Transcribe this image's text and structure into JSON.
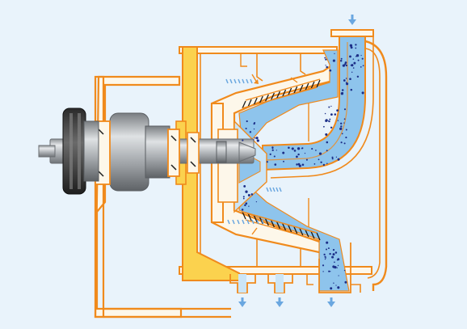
{
  "diagram": {
    "kind": "centrifuge-cross-section",
    "colors": {
      "background": "#e9f3fb",
      "housing_outline": "#f08a1c",
      "housing_fill": "#fdf7ea",
      "wall_yellow": "#fbd24e",
      "slurry_blue": "#8ec4ec",
      "slurry_light": "#cbe5f7",
      "slurry_particles": "#1c2f88",
      "shaft_gray": "#b8bcc0",
      "pulley_dark": "#3c3c3c",
      "arrow_blue": "#6aa7e0"
    },
    "flow_arrows": {
      "feed_inlet": "down",
      "outlets": [
        "down",
        "down",
        "down"
      ]
    }
  }
}
